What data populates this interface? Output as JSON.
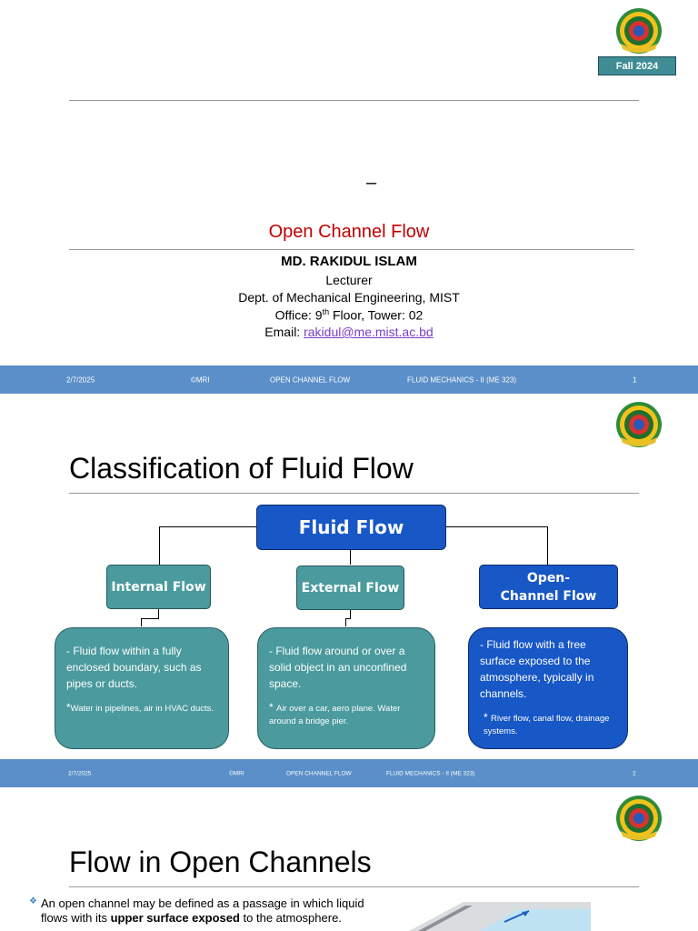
{
  "slide1": {
    "badge": "Fall 2024",
    "dash": "–",
    "topic": "Open Channel Flow",
    "name": "MD. RAKIDUL ISLAM",
    "role": "Lecturer",
    "dept": "Dept. of Mechanical Engineering, MIST",
    "office_pre": "Office: 9",
    "office_sup": "th",
    "office_post": " Floor, Tower: 02",
    "email_label": "Email: ",
    "email": "rakidul@me.mist.ac.bd"
  },
  "footer1": {
    "date": "2/7/2025",
    "copy": "©MRI",
    "topic": "OPEN CHANNEL FLOW",
    "course": "FLUID MECHANICS - II (ME 323)",
    "page": "1"
  },
  "slide2": {
    "title": "Classification of Fluid Flow",
    "root": "Fluid Flow",
    "internal": {
      "label": "Internal Flow",
      "desc": "- Fluid flow within a fully enclosed boundary, such as pipes or ducts.",
      "note_star": "*",
      "note": "Water in pipelines, air in HVAC ducts."
    },
    "external": {
      "label": "External Flow",
      "desc": "- Fluid flow around or over a solid object in an unconfined space.",
      "note_star": "* ",
      "note": "Air over a car, aero plane. Water around a bridge pier."
    },
    "open": {
      "label": "Open-Channel Flow",
      "desc": "- Fluid flow with a free surface exposed to the atmosphere, typically in channels.",
      "note_star": "* ",
      "note": "River flow, canal flow, drainage systems."
    },
    "colors": {
      "teal": "#4a9a9e",
      "blue": "#1757c6"
    }
  },
  "footer2": {
    "date": "2/7/2025",
    "copy": "©MRI",
    "topic": "OPEN CHANNEL FLOW",
    "course": "FLUID MECHANICS - II (ME 323)",
    "page": "2"
  },
  "slide3": {
    "title": "Flow in Open Channels",
    "bullet_pre": "An open channel may be defined as a passage in which liquid flows with its ",
    "bullet_bold": "upper surface exposed",
    "bullet_post": " to the atmosphere."
  }
}
